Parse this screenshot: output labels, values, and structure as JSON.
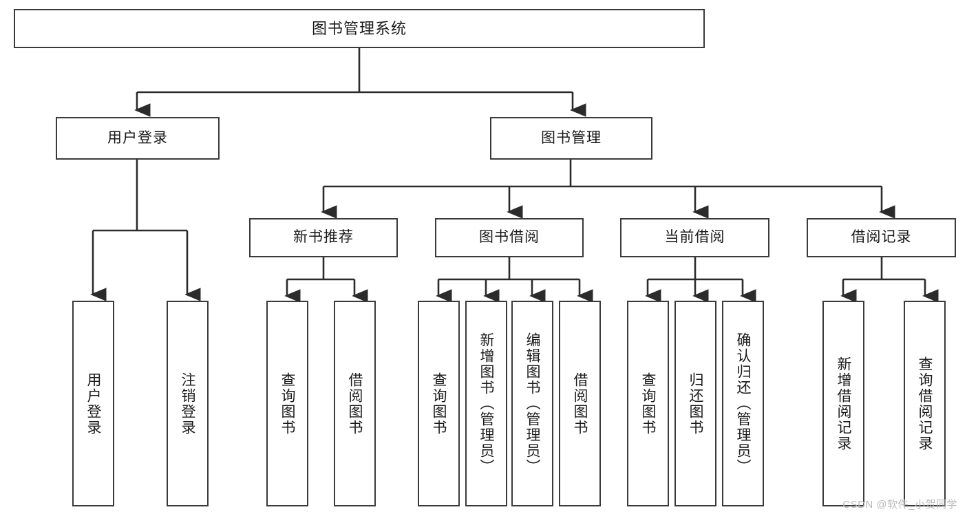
{
  "diagram": {
    "title_node": {
      "label": "图书管理系统"
    },
    "level1": [
      {
        "id": "user-login",
        "label": "用户登录"
      },
      {
        "id": "book-management",
        "label": "图书管理"
      }
    ],
    "level2": [
      {
        "id": "new-book-recommend",
        "label": "新书推荐"
      },
      {
        "id": "book-borrow",
        "label": "图书借阅"
      },
      {
        "id": "current-borrow",
        "label": "当前借阅"
      },
      {
        "id": "borrow-record",
        "label": "借阅记录"
      }
    ],
    "leaves": {
      "user_login": [
        {
          "id": "leaf-user-login",
          "label": "用户登录"
        },
        {
          "id": "leaf-logout-login",
          "label": "注销登录"
        }
      ],
      "new_book_recommend": [
        {
          "id": "leaf-query-book-1",
          "label": "查询图书"
        },
        {
          "id": "leaf-borrow-book-1",
          "label": "借阅图书"
        }
      ],
      "book_borrow": [
        {
          "id": "leaf-query-book-2",
          "label": "查询图书"
        },
        {
          "id": "leaf-add-book",
          "label": "新增图书（管理员）"
        },
        {
          "id": "leaf-edit-book",
          "label": "编辑图书（管理员）"
        },
        {
          "id": "leaf-borrow-book-2",
          "label": "借阅图书"
        }
      ],
      "current_borrow": [
        {
          "id": "leaf-query-book-3",
          "label": "查询图书"
        },
        {
          "id": "leaf-return-book",
          "label": "归还图书"
        },
        {
          "id": "leaf-confirm-return",
          "label": "确认归还（管理员）"
        }
      ],
      "borrow_record": [
        {
          "id": "leaf-add-borrow-record",
          "label": "新增借阅记录"
        },
        {
          "id": "leaf-query-borrow-record",
          "label": "查询借阅记录"
        }
      ]
    }
  },
  "watermark": {
    "text": "CSDN @软件_小贺同学"
  },
  "colors": {
    "stroke": "#3a3a3a",
    "fill": "#ffffff",
    "text": "#1a1a1a",
    "watermark": "#b9b9b9"
  }
}
